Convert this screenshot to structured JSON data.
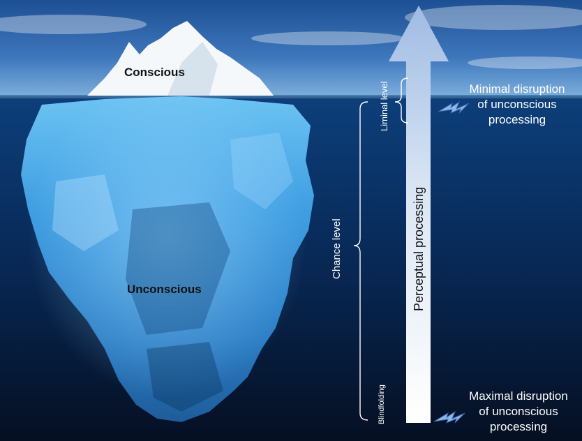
{
  "labels": {
    "conscious": "Conscious",
    "unconscious": "Unconscious",
    "perceptual_processing": "Perceptual processing",
    "liminal_level": "Liminal level",
    "chance_level": "Chance level",
    "blindfolding": "Blindfolding",
    "minimal_line1": "Minimal disruption",
    "minimal_line2": "of unconscious",
    "minimal_line3": "processing",
    "maximal_line1": "Maximal disruption",
    "maximal_line2": "of unconscious",
    "maximal_line3": "processing"
  },
  "colors": {
    "sky_top": "#1d4f93",
    "sky_bottom": "#7fb0dd",
    "ocean_top": "#0d3f7a",
    "ocean_bottom": "#050f22",
    "iceberg_underwater": "#3f9ee2",
    "iceberg_above": "#f4f8fb",
    "arrow_top": "#a9c3e8",
    "arrow_bottom": "#ffffff"
  },
  "icons": [
    "lightning-bolt-icon",
    "lightning-bolt-icon"
  ]
}
